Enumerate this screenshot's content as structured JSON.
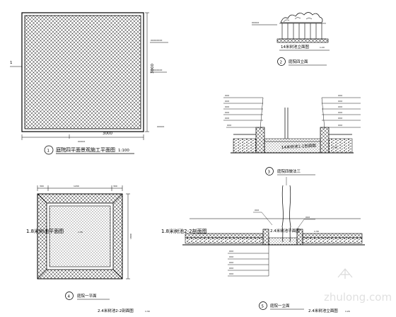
{
  "plan_top": {
    "number": "1",
    "title": "庭院四平面景观施工平面图",
    "scale": "1:100",
    "dim_bottom": "3000",
    "dim_right": "3000",
    "note_bottom": "XXXXX",
    "note_right": "XXXXX"
  },
  "elev_top_right": {
    "number": "2",
    "title": "庭院四立面",
    "header": "14米树池立面图",
    "scale": "1:20"
  },
  "detail_3": {
    "number": "3",
    "title": "庭院四做法三",
    "header": "14米树池1-1剖面图",
    "scale": "1:20",
    "left_notes": [
      "XXX",
      "XXX",
      "XXX",
      "XXX",
      "XXX",
      "XXX"
    ],
    "right_notes": [
      "XXX",
      "XXX",
      "XXX",
      "XXX",
      "XXX",
      "XXX"
    ]
  },
  "plan_4": {
    "number": "4",
    "title": "庭院一平面",
    "header": "1.8米树池平面图",
    "scale": "1:30",
    "dims_top": [
      "300",
      "1200",
      "300"
    ],
    "dim_side": "1800",
    "bottom_note": "2.4米树池2-2剖面图",
    "bottom_scale": "1:30"
  },
  "section_5": {
    "number": "5",
    "title": "庭院一立面",
    "header_left": "1.8米树池2-2剖面图",
    "header_mid": "2.4米树池平面图",
    "scale": "1:30",
    "bottom_header": "2.4米树池立面图",
    "bottom_scale": "1:20",
    "notes": [
      "XXX",
      "XXX",
      "XXX",
      "XXX",
      "XXX"
    ]
  },
  "watermark": "zhulong.com"
}
